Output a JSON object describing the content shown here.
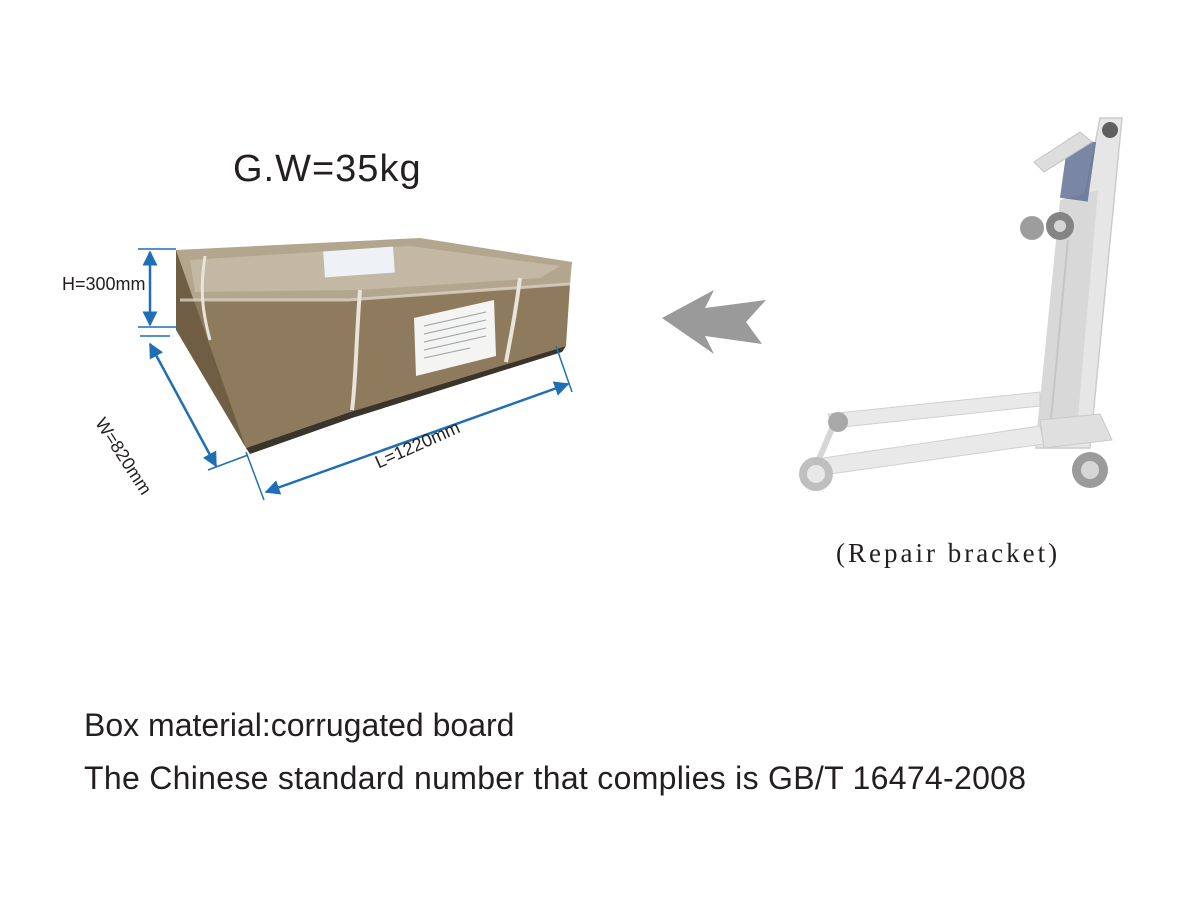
{
  "package": {
    "gross_weight": "G.W=35kg",
    "height": "H=300mm",
    "width": "W=820mm",
    "length": "L=1220mm"
  },
  "product": {
    "caption": "(Repair bracket)"
  },
  "notes": {
    "material": "Box material:corrugated board",
    "standard": "The Chinese standard number that complies is GB/T 16474-2008"
  },
  "colors": {
    "dimension_arrow": "#1f6fb4",
    "box_front": "#8d7a5c",
    "box_top": "#b3a68f",
    "box_side": "#7d6a4d",
    "pointer_arrow": "#9a9a9a",
    "bracket_frame": "#dcdcdc"
  }
}
